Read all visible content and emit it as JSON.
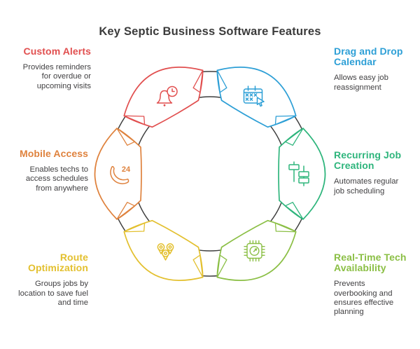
{
  "title": "Key Septic Business Software Features",
  "diagram": {
    "ring_color": "#3e3e3e"
  },
  "features": [
    {
      "id": "custom-alerts",
      "label": "Custom Alerts",
      "description": "Provides reminders for overdue or upcoming visits",
      "color": "#e14f4f",
      "icon": "bell-clock-icon"
    },
    {
      "id": "drag-drop-calendar",
      "label": "Drag and Drop Calendar",
      "description": "Allows easy job reassignment",
      "color": "#2d9fd6",
      "icon": "calendar-edit-icon"
    },
    {
      "id": "recurring-job-creation",
      "label": "Recurring Job Creation",
      "description": "Automates regular job scheduling",
      "color": "#2eb57c",
      "icon": "recurring-tasks-icon"
    },
    {
      "id": "real-time-tech-availability",
      "label": "Real-Time Tech Availability",
      "description": "Prevents overbooking and ensures effective planning",
      "color": "#8bbf45",
      "icon": "chip-gauge-icon"
    },
    {
      "id": "route-optimization",
      "label": "Route Optimization",
      "description": "Groups jobs by location to save fuel and time",
      "color": "#e3c02f",
      "icon": "map-pins-icon"
    },
    {
      "id": "mobile-access",
      "label": "Mobile Access",
      "description": "Enables techs to access schedules from anywhere",
      "color": "#df823d",
      "icon": "phone-24-icon",
      "icon_text": "24"
    }
  ]
}
